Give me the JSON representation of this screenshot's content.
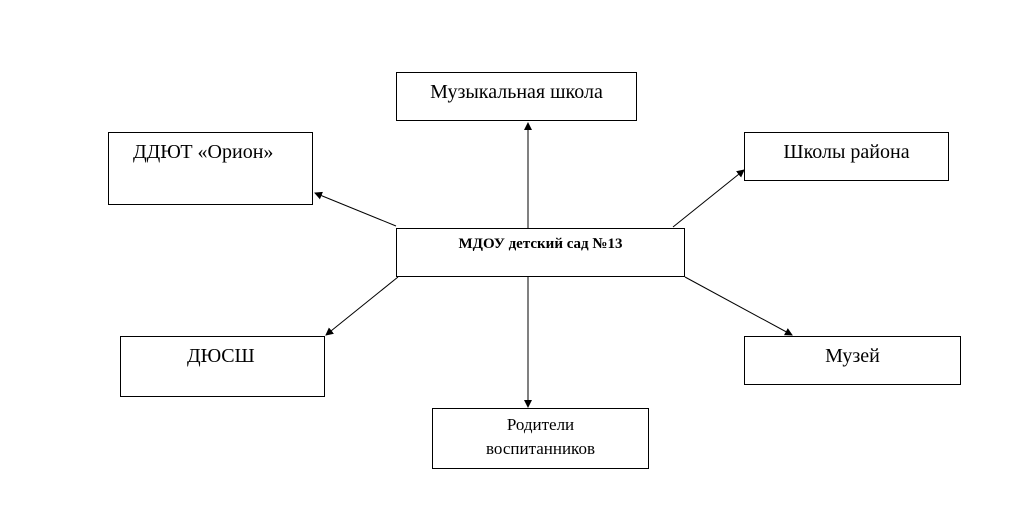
{
  "diagram": {
    "center": {
      "label": "МДОУ детский сад №13"
    },
    "nodes": {
      "music": {
        "label": "Музыкальная школа"
      },
      "ddut": {
        "label": "ДДЮТ «Орион»"
      },
      "schools": {
        "label": "Школы района"
      },
      "dyussh": {
        "label": "ДЮСШ"
      },
      "museum": {
        "label": "Музей"
      },
      "parents": {
        "line1": "Родители",
        "line2": "воспитанников"
      }
    }
  },
  "colors": {
    "line": "#000000",
    "box_border": "#000000",
    "background": "#ffffff"
  }
}
